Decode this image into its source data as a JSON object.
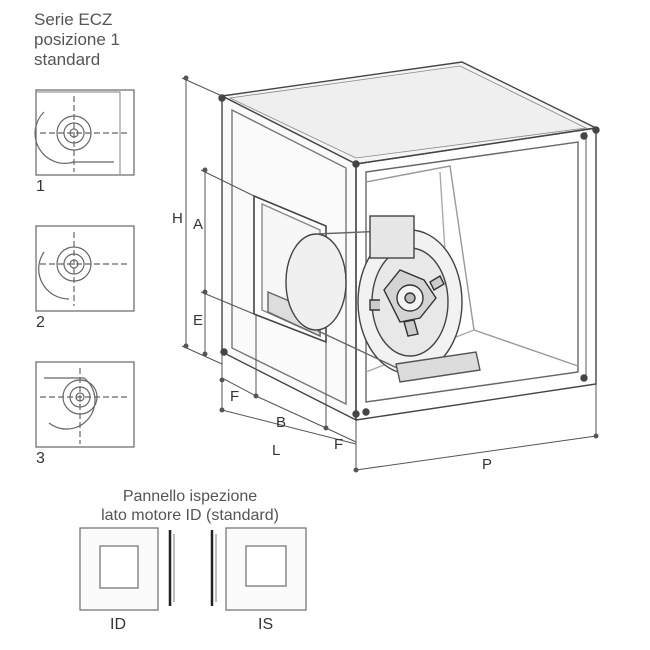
{
  "series_title": [
    "Serie ECZ",
    "posizione 1",
    "standard"
  ],
  "positions": [
    "1",
    "2",
    "3"
  ],
  "dimensions": {
    "H": "H",
    "A": "A",
    "E": "E",
    "F_left": "F",
    "B": "B",
    "L": "L",
    "F_right": "F",
    "P": "P"
  },
  "panel": {
    "title_line1": "Pannello ispezione",
    "title_line2": "lato motore ID (standard)",
    "label_id": "ID",
    "label_is": "IS"
  }
}
